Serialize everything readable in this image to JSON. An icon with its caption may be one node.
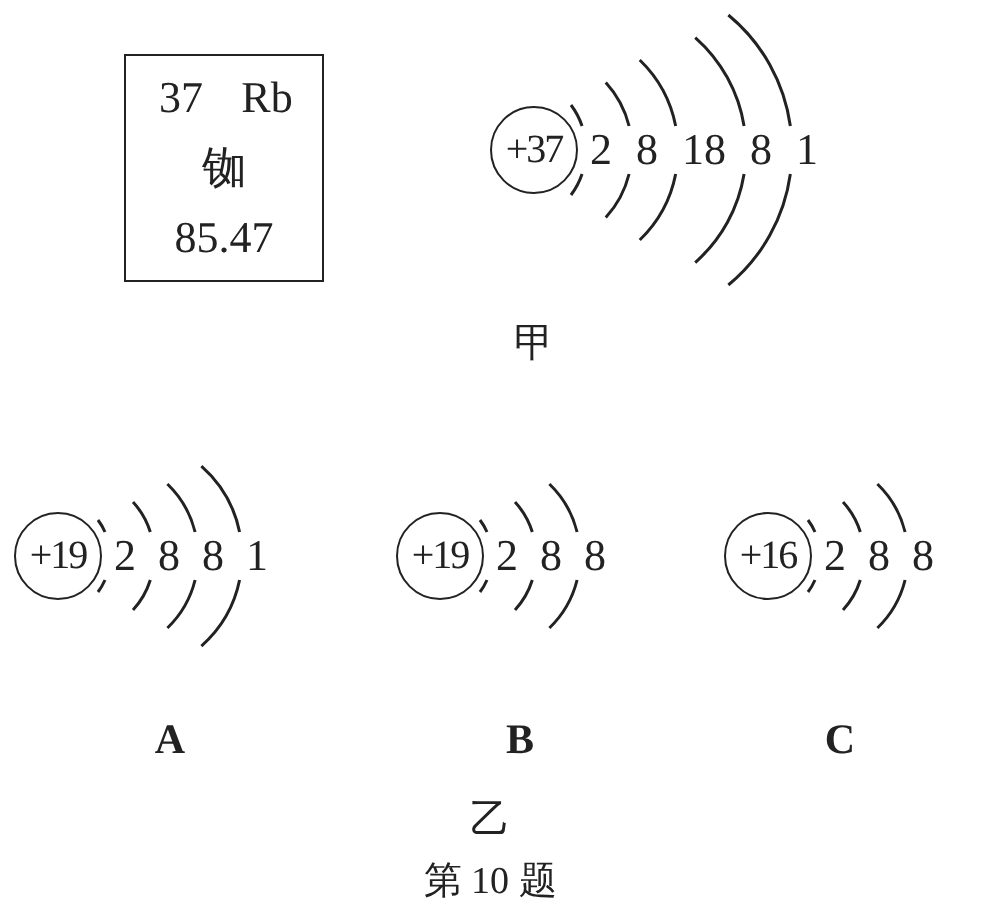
{
  "diagram": {
    "caption": "第 10 题",
    "nodes": [
      {
        "text": [
          "37",
          "Rb",
          "铷",
          "85.47"
        ]
      },
      {
        "text": [
          "+37"
        ],
        "beside": [
          "2",
          "8",
          "18",
          "8",
          "1"
        ]
      },
      {
        "text": [
          "+19"
        ],
        "beside": [
          "2",
          "8",
          "8",
          "1"
        ]
      },
      {
        "text": [
          "+19"
        ],
        "beside": [
          "2",
          "8",
          "8"
        ]
      },
      {
        "text": [
          "+16"
        ],
        "beside": [
          "2",
          "8",
          "8"
        ]
      }
    ],
    "labels": [
      "甲",
      "A",
      "B",
      "C",
      "乙"
    ]
  }
}
